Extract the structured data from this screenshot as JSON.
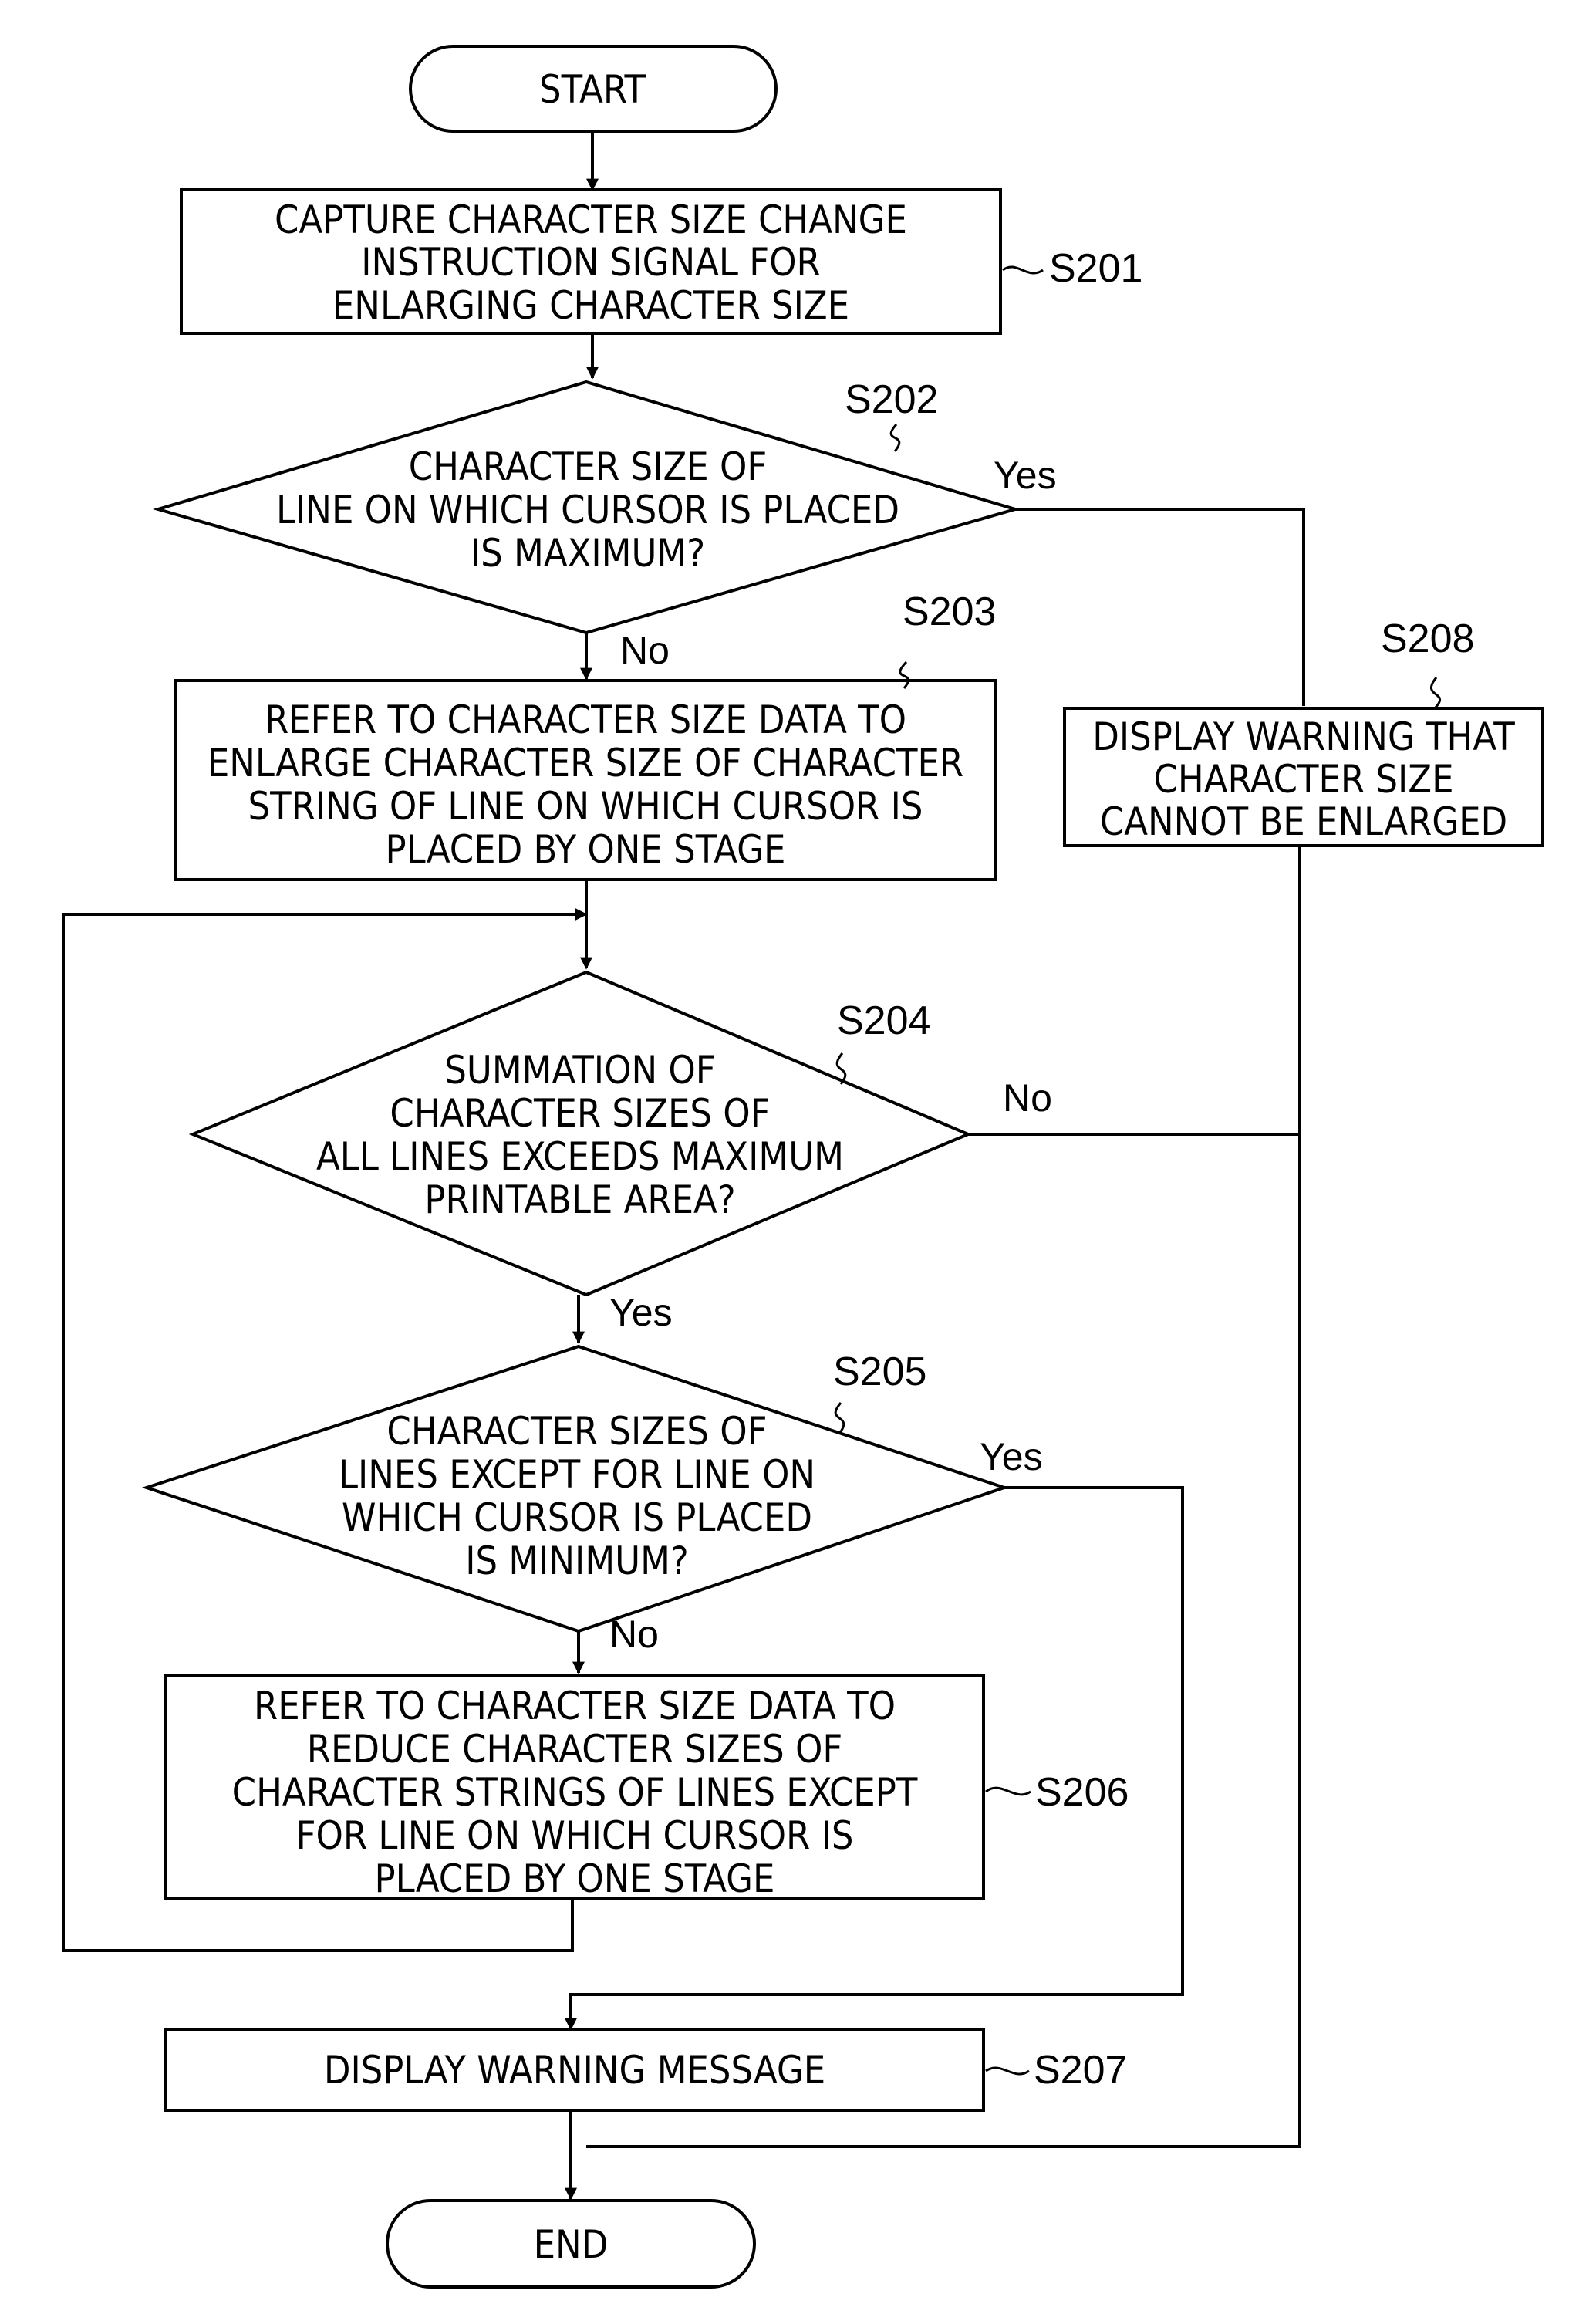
{
  "nodes": {
    "start": {
      "lines": [
        "START"
      ]
    },
    "s201": {
      "ref": "S201",
      "lines": [
        "CAPTURE CHARACTER SIZE CHANGE",
        "INSTRUCTION SIGNAL FOR",
        "ENLARGING CHARACTER SIZE"
      ]
    },
    "s202": {
      "ref": "S202",
      "lines": [
        "CHARACTER SIZE OF",
        "LINE ON WHICH CURSOR IS PLACED",
        "IS MAXIMUM?"
      ]
    },
    "s203": {
      "ref": "S203",
      "lines": [
        "REFER TO CHARACTER SIZE DATA TO",
        "ENLARGE CHARACTER SIZE OF CHARACTER",
        "STRING OF LINE ON WHICH CURSOR IS",
        "PLACED BY ONE STAGE"
      ]
    },
    "s204": {
      "ref": "S204",
      "lines": [
        "SUMMATION OF",
        "CHARACTER SIZES OF",
        "ALL LINES EXCEEDS MAXIMUM",
        "PRINTABLE AREA?"
      ]
    },
    "s205": {
      "ref": "S205",
      "lines": [
        "CHARACTER SIZES OF",
        "LINES EXCEPT FOR LINE ON",
        "WHICH CURSOR IS PLACED",
        "IS MINIMUM?"
      ]
    },
    "s206": {
      "ref": "S206",
      "lines": [
        "REFER TO CHARACTER SIZE DATA TO",
        "REDUCE CHARACTER SIZES OF",
        "CHARACTER STRINGS OF LINES EXCEPT",
        "FOR LINE ON WHICH CURSOR IS",
        "PLACED BY ONE STAGE"
      ]
    },
    "s207": {
      "ref": "S207",
      "lines": [
        "DISPLAY WARNING MESSAGE"
      ]
    },
    "s208": {
      "ref": "S208",
      "lines": [
        "DISPLAY WARNING THAT",
        "CHARACTER SIZE",
        "CANNOT BE ENLARGED"
      ]
    },
    "end": {
      "lines": [
        "END"
      ]
    }
  },
  "edges": {
    "s202_yes": "Yes",
    "s202_no": "No",
    "s204_no": "No",
    "s204_yes": "Yes",
    "s205_yes": "Yes",
    "s205_no": "No"
  }
}
